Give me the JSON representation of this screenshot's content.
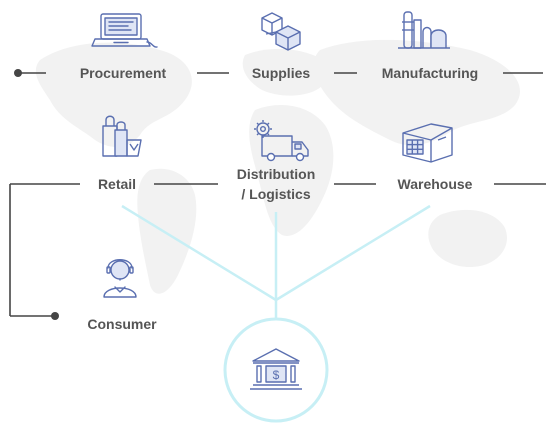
{
  "colors": {
    "line": "#454545",
    "icon": "#5a6fb0",
    "funnel": "#c7eff5",
    "map": "#f1f1f1"
  },
  "nodes": {
    "procurement": {
      "label": "Procurement",
      "icon": "laptop-icon"
    },
    "supplies": {
      "label": "Supplies",
      "icon": "boxes-icon"
    },
    "manufacturing": {
      "label": "Manufacturing",
      "icon": "factory-icon"
    },
    "retail": {
      "label": "Retail",
      "icon": "shopping-bags-icon"
    },
    "distribution": {
      "label_line1": "Distribution",
      "label_line2": "/ Logistics",
      "icon": "delivery-truck-icon"
    },
    "warehouse": {
      "label": "Warehouse",
      "icon": "warehouse-icon"
    },
    "consumer": {
      "label": "Consumer",
      "icon": "person-icon"
    },
    "bank": {
      "icon": "bank-icon"
    }
  }
}
